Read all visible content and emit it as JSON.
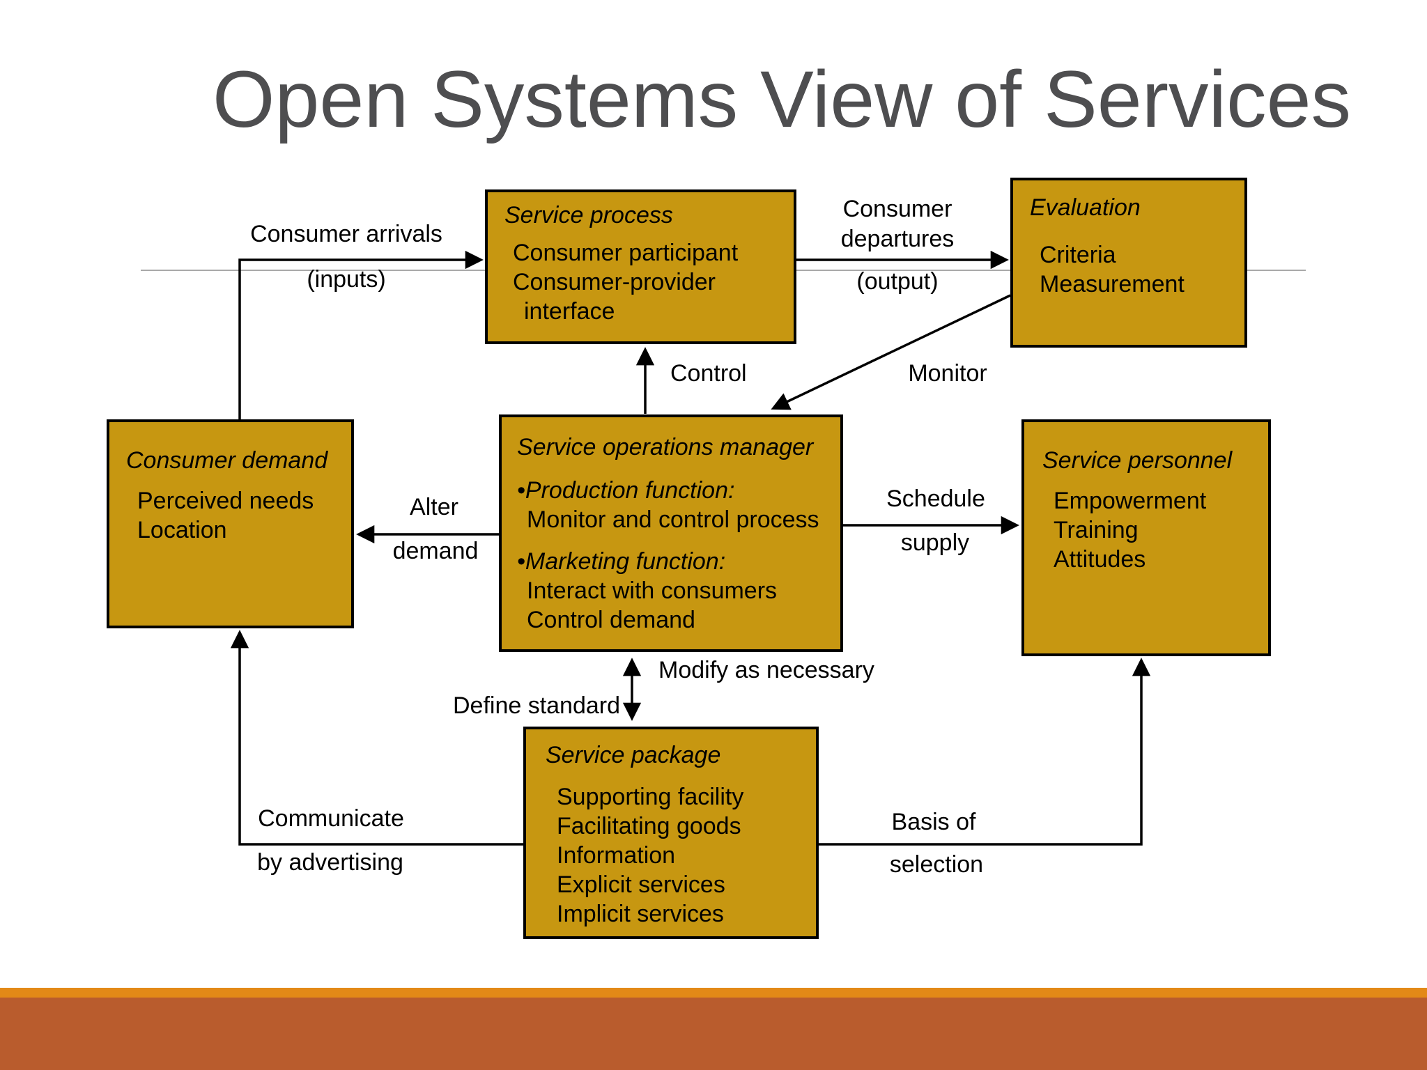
{
  "slide": {
    "title": "Open Systems View of Services"
  },
  "boxes": {
    "service_process": {
      "title": "Service process",
      "lines": [
        "Consumer participant",
        "Consumer-provider",
        "interface"
      ]
    },
    "evaluation": {
      "title": "Evaluation",
      "lines": [
        "Criteria",
        "Measurement"
      ]
    },
    "consumer_demand": {
      "title": "Consumer demand",
      "lines": [
        "Perceived needs",
        "Location"
      ]
    },
    "service_operations_manager": {
      "title": "Service operations manager",
      "bullet1": "•Production function:",
      "sub1": "Monitor and control process",
      "bullet2": "•Marketing function:",
      "sub2": "Interact with consumers",
      "sub3": "Control demand"
    },
    "service_personnel": {
      "title": "Service personnel",
      "lines": [
        "Empowerment",
        "Training",
        "Attitudes"
      ]
    },
    "service_package": {
      "title": "Service package",
      "lines": [
        "Supporting facility",
        "Facilitating goods",
        "Information",
        "Explicit services",
        "Implicit services"
      ]
    }
  },
  "labels": {
    "consumer_arrivals": "Consumer arrivals",
    "inputs": "(inputs)",
    "departures_line1": "Consumer",
    "departures_line2": "departures",
    "output": "(output)",
    "control": "Control",
    "monitor": "Monitor",
    "alter": "Alter",
    "alter2": "demand",
    "schedule": "Schedule",
    "schedule2": "supply",
    "modify": "Modify as necessary",
    "define_standard": "Define standard",
    "communicate": "Communicate",
    "communicate2": "by advertising",
    "basis": "Basis of",
    "basis2": "selection"
  },
  "colors": {
    "box_fill": "#C79711",
    "box_border": "#000000",
    "title_text": "#4E4E50",
    "divider_line": "#A9A9A9",
    "footer_stripe": "#E38917",
    "footer_bar": "#B95C2D"
  }
}
